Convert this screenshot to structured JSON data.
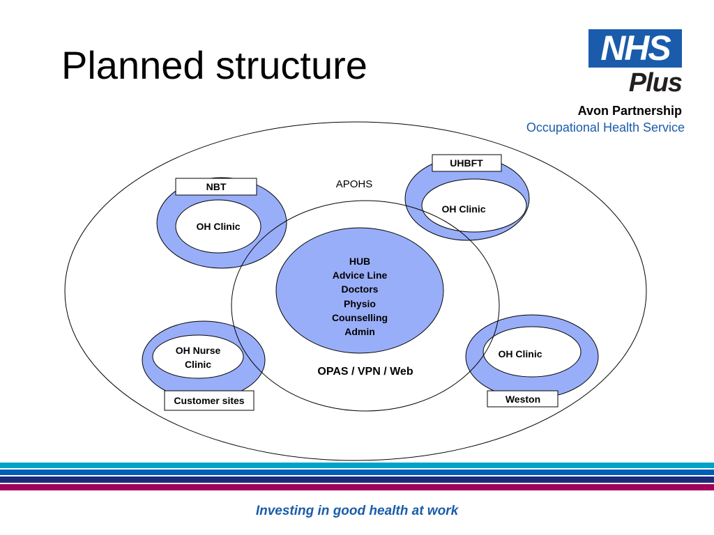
{
  "slide": {
    "title": "Planned structure",
    "footer": "Investing in good health at work"
  },
  "logo": {
    "nhs": "NHS",
    "plus": "Plus",
    "org_line1": "Avon Partnership",
    "org_line2": "Occupational Health Service"
  },
  "diagram": {
    "outer_label": "APOHS",
    "network_label": "OPAS / VPN / Web",
    "hub_lines": [
      "HUB",
      "Advice Line",
      "Doctors",
      "Physio",
      "Counselling",
      "Admin"
    ],
    "sites": {
      "nbt": {
        "box": "NBT",
        "inner": [
          "OH Clinic"
        ]
      },
      "uhbft": {
        "box": "UHBFT",
        "inner": [
          "OH Clinic"
        ]
      },
      "customer": {
        "box": "Customer sites",
        "inner": [
          "OH Nurse",
          "Clinic"
        ]
      },
      "weston": {
        "box": "Weston",
        "inner": [
          "OH Clinic"
        ]
      }
    }
  },
  "colors": {
    "ring_fill": "#99aef8",
    "brand_blue": "#1a5cab",
    "stripe_cyan": "#00a3c7",
    "stripe_blue": "#005eb8",
    "stripe_navy": "#1f2a7a",
    "stripe_magenta": "#a0005a"
  }
}
